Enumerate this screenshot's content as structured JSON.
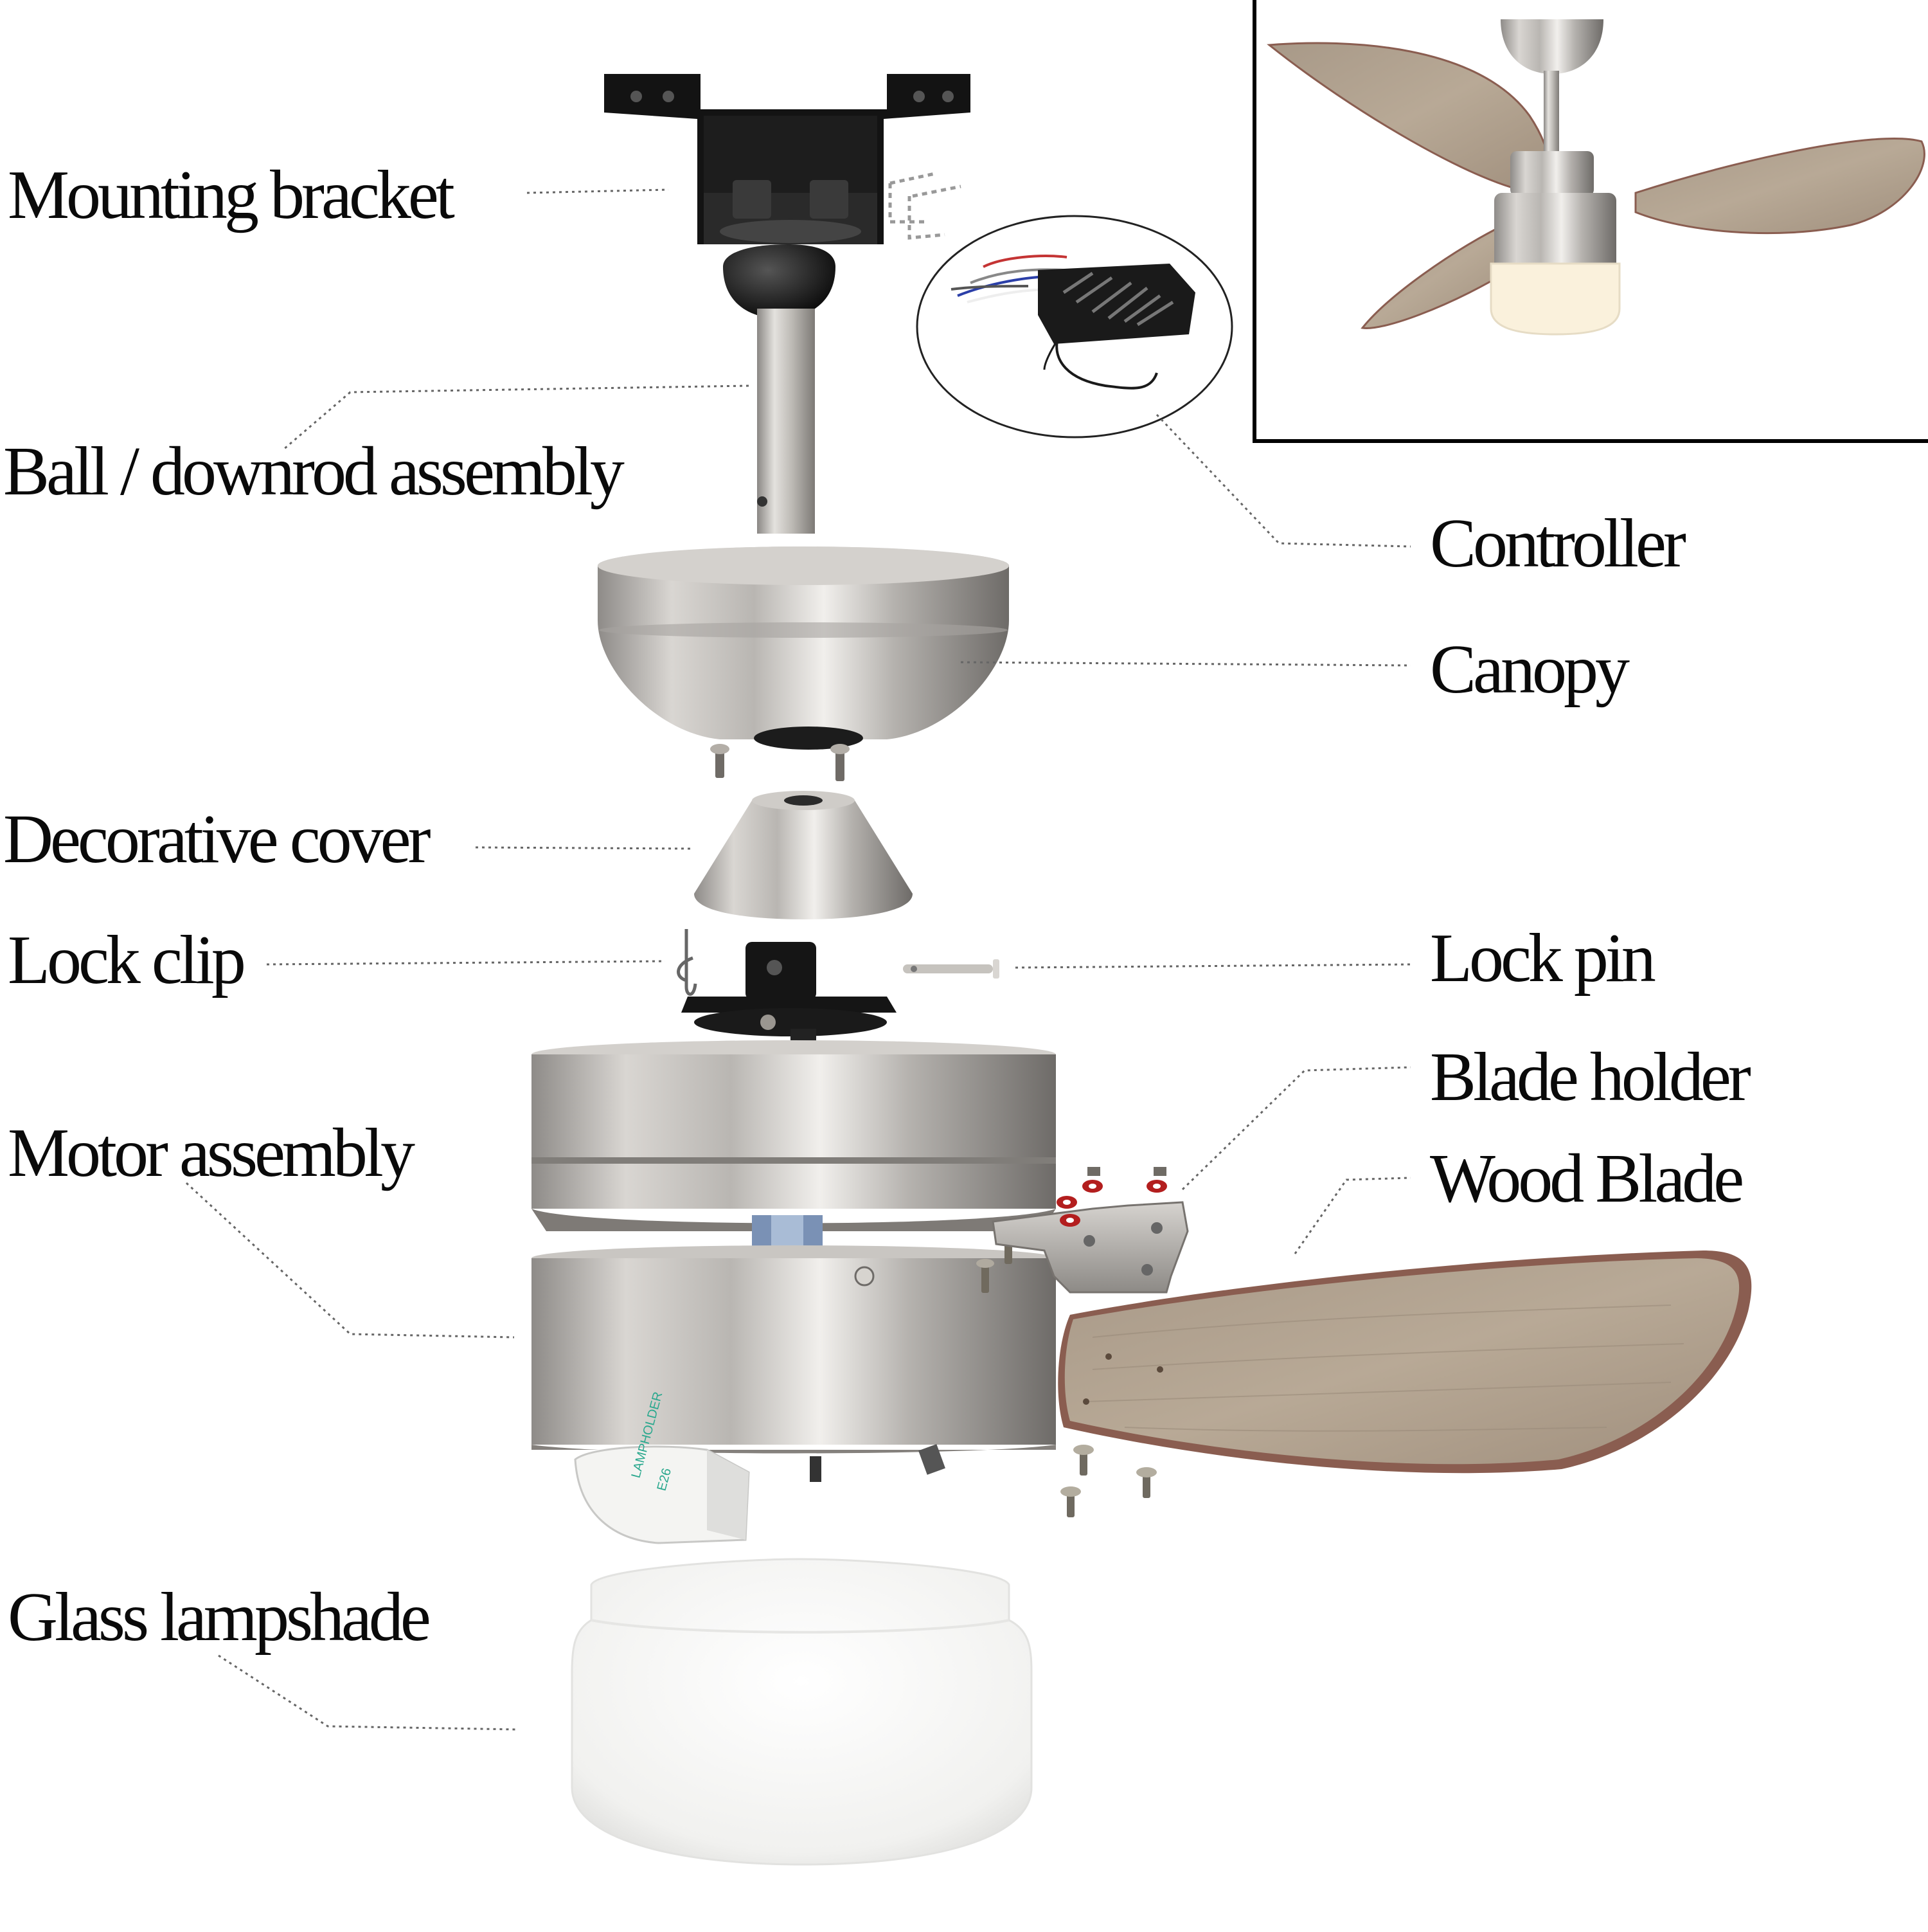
{
  "labels": {
    "mounting_bracket": "Mounting bracket",
    "downrod": "Ball / downrod assembly",
    "controller": "Controller",
    "canopy": "Canopy",
    "decorative_cover": "Decorative cover",
    "lock_clip": "Lock clip",
    "lock_pin": "Lock pin",
    "blade_holder": "Blade  holder",
    "motor": "Motor assembly",
    "wood_blade": "Wood Blade",
    "glass_lampshade": "Glass lampshade"
  },
  "colors": {
    "steel_light": "#d9d6d2",
    "steel_mid": "#aaa7a3",
    "steel_dark": "#6e6b68",
    "wood": "#b3a493",
    "wood_edge": "#8a5d50",
    "black_part": "#111111",
    "glass": "#f4f4f3",
    "leader": "#555555"
  }
}
